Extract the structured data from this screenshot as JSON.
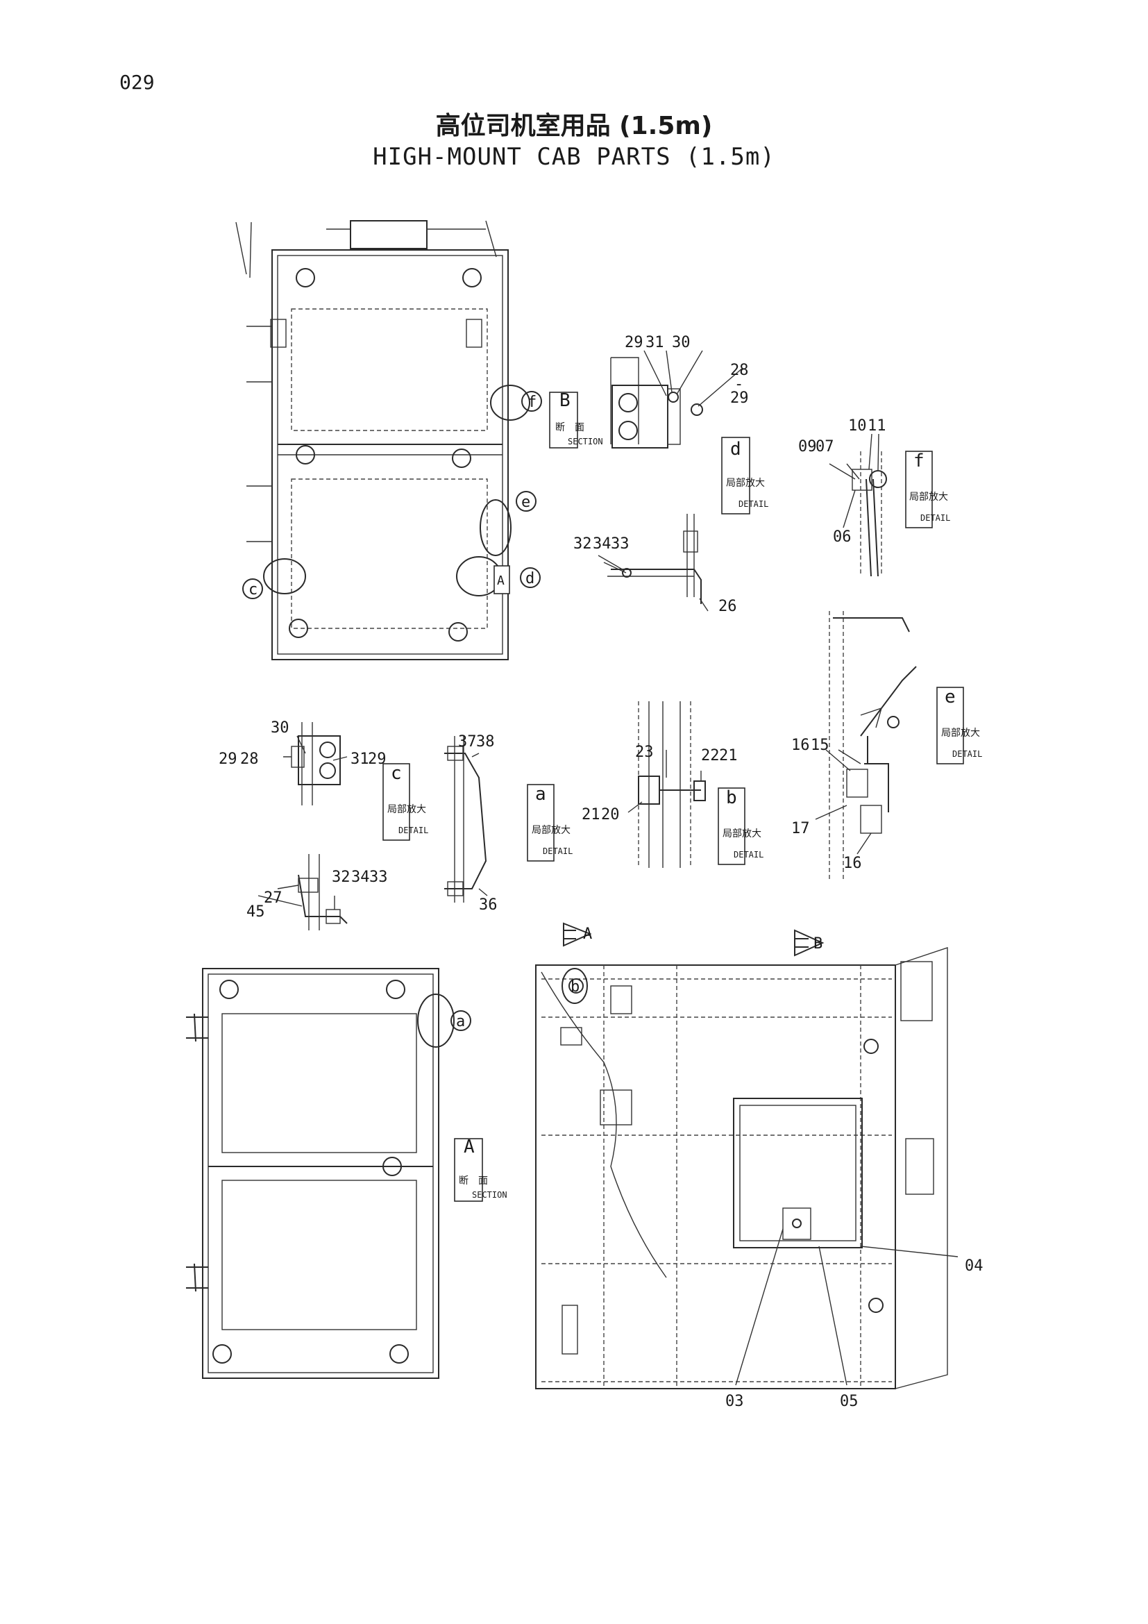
{
  "page_number": "029",
  "title_cn": "高位司机室用品 (1.5m)",
  "title_en": "HIGH-MOUNT CAB PARTS (1.5m)",
  "labels": {
    "section_cn": "断　面",
    "section_en": "SECTION",
    "detail_cn": "局部放大",
    "detail_en": "DETAIL",
    "sec_A": "A",
    "sec_B": "B",
    "det_a": "a",
    "det_b": "b",
    "det_c": "c",
    "det_d": "d",
    "det_e": "e",
    "det_f": "f",
    "arrow_A": "A",
    "arrow_B": "B"
  },
  "callouts": {
    "d_29_top": "29",
    "d_31": "31",
    "d_30": "30",
    "d_28": "28",
    "d_29_bot": "29",
    "sep": "-",
    "f_09": "09",
    "f_07": "07",
    "f_10": "10",
    "f_11": "11",
    "f_06": "06",
    "e2_32": "32",
    "e2_34": "34",
    "e2_33": "33",
    "e2_26": "26",
    "c_29": "29",
    "c_28": "28",
    "c_30": "30",
    "c_31": "31",
    "c_29b": "29",
    "a_37": "37",
    "a_38": "38",
    "a_36": "36",
    "b_23": "23",
    "b_22": "22",
    "b_21": "21",
    "b_21b": "21",
    "b_20": "20",
    "e_16": "16",
    "e_15": "15",
    "e_17": "17",
    "e_16b": "16",
    "c2_45": "45",
    "c2_27": "27",
    "c2_32": "32",
    "c2_34": "34",
    "c2_33": "33",
    "m_04": "04",
    "m_03": "03",
    "m_05": "05"
  }
}
